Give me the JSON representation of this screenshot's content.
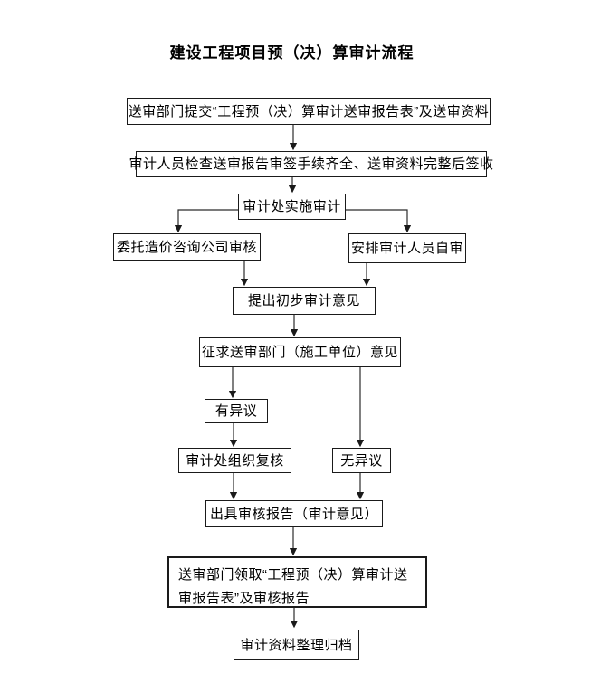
{
  "title": "建设工程项目预（决）算审计流程",
  "nodes": {
    "n1": {
      "label": "送审部门提交“工程预（决）算审计送审报告表”及送审资料"
    },
    "n2": {
      "label": "审计人员检查送审报告审签手续齐全、送审资料完整后签收"
    },
    "n3": {
      "label": "审计处实施审计"
    },
    "n4": {
      "label": "委托造价咨询公司审核"
    },
    "n5": {
      "label": "安排审计人员自审"
    },
    "n6": {
      "label": "提出初步审计意见"
    },
    "n7": {
      "label": "征求送审部门（施工单位）意见"
    },
    "n8": {
      "label": "有异议"
    },
    "n9": {
      "label": "审计处组织复核"
    },
    "n10": {
      "label": "无异议"
    },
    "n11": {
      "label": "出具审核报告（审计意见）"
    },
    "n12": {
      "label": "送审部门领取“工程预（决）算审计送审报告表”及审核报告"
    },
    "n13": {
      "label": "审计资料整理归档"
    }
  },
  "edges": [
    {
      "from": "n1",
      "to": "n2"
    },
    {
      "from": "n2",
      "to": "n3"
    },
    {
      "from": "n3",
      "to": "n4"
    },
    {
      "from": "n3",
      "to": "n5"
    },
    {
      "from": "n4",
      "to": "n6"
    },
    {
      "from": "n5",
      "to": "n6"
    },
    {
      "from": "n6",
      "to": "n7"
    },
    {
      "from": "n7",
      "to": "n8"
    },
    {
      "from": "n7",
      "to": "n10"
    },
    {
      "from": "n8",
      "to": "n9"
    },
    {
      "from": "n9",
      "to": "n11"
    },
    {
      "from": "n10",
      "to": "n11"
    },
    {
      "from": "n11",
      "to": "n12"
    },
    {
      "from": "n12",
      "to": "n13"
    }
  ],
  "colors": {
    "line": "#2b2b2b",
    "border": "#1a1a1a",
    "background": "#ffffff",
    "text": "#000000"
  }
}
